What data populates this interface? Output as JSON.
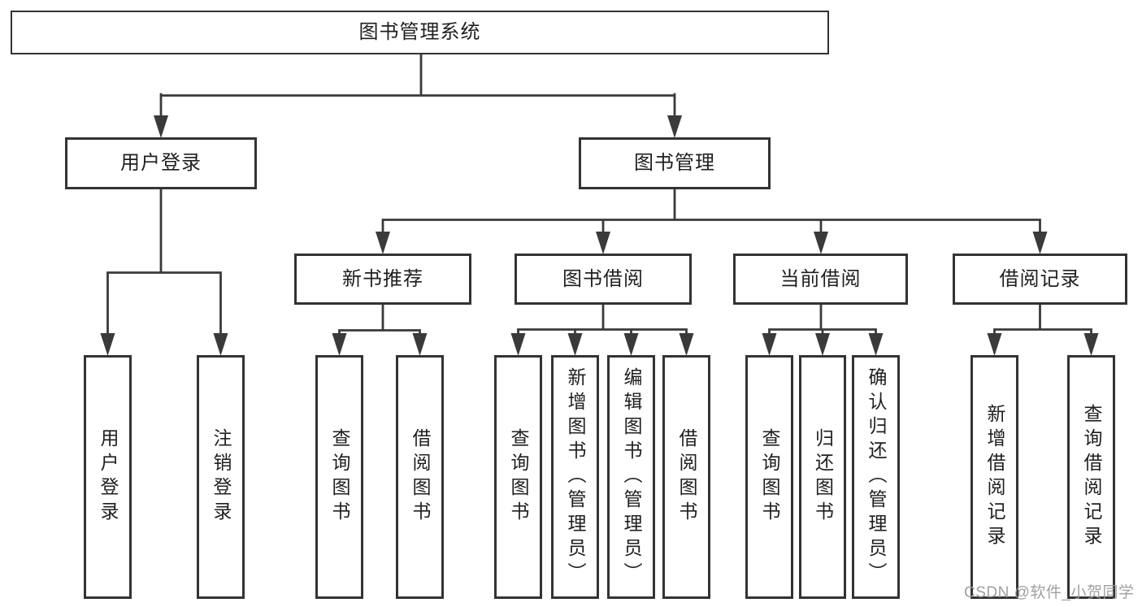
{
  "nodes": {
    "root": "图书管理系统",
    "level2": [
      "用户登录",
      "图书管理"
    ],
    "level3": [
      "新书推荐",
      "图书借阅",
      "当前借阅",
      "借阅记录"
    ],
    "user_login_children": [
      "用户登录",
      "注销登录"
    ],
    "new_book_children": [
      "查询图书",
      "借阅图书"
    ],
    "book_borrow_children": [
      "查询图书",
      "新增图书（管理员）",
      "编辑图书（管理员）",
      "借阅图书"
    ],
    "current_borrow_children": [
      "查询图书",
      "归还图书",
      "确认归还（管理员）"
    ],
    "borrow_record_children": [
      "新增借阅记录",
      "查询借阅记录"
    ]
  },
  "watermark": "CSDN @软件_小贺同学",
  "colors": {
    "line": "#3a3a3a",
    "border": "#333333",
    "text": "#1f1f1f",
    "watermark": "#9b9b9b",
    "background": "#ffffff"
  }
}
